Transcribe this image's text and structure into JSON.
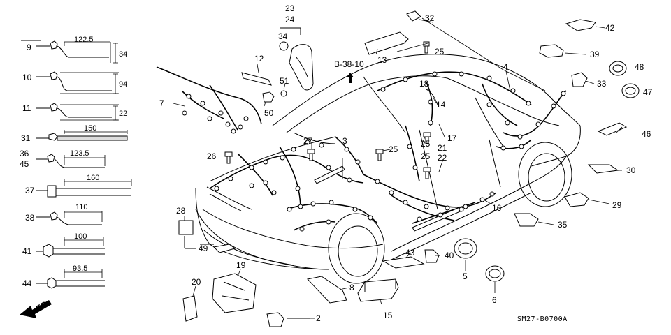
{
  "diagram": {
    "part_labels": {
      "p2": "2",
      "p3": "3",
      "p4": "4",
      "p5": "5",
      "p6": "6",
      "p7": "7",
      "p8": "8",
      "p9": "9",
      "p10": "10",
      "p11": "11",
      "p12": "12",
      "p13": "13",
      "p14": "14",
      "p15": "15",
      "p16": "16",
      "p17": "17",
      "p18": "18",
      "p19": "19",
      "p20": "20",
      "p21": "21",
      "p22": "22",
      "p23": "23",
      "p24": "24",
      "p25": "25",
      "p26": "26",
      "p27": "27",
      "p28": "28",
      "p29": "29",
      "p30": "30",
      "p31": "31",
      "p32": "32",
      "p33": "33",
      "p34": "34",
      "p35": "35",
      "p36": "36",
      "p37": "37",
      "p38": "38",
      "p39": "39",
      "p40": "40",
      "p41": "41",
      "p42": "42",
      "p43": "43",
      "p44": "44",
      "p45": "45",
      "p46": "46",
      "p47": "47",
      "p48": "48",
      "p49": "49",
      "p50": "50",
      "p51": "51"
    },
    "dimensions": {
      "d9": "122.5",
      "d9v": "34",
      "d10v": "94",
      "d11v": "22",
      "d31": "150",
      "d36": "123.5",
      "d37": "160",
      "d38": "110",
      "d41": "100",
      "d44": "93.5"
    },
    "reference": "B-38-10",
    "direction": "FR.",
    "diagram_code": "SM27-B0700A"
  }
}
